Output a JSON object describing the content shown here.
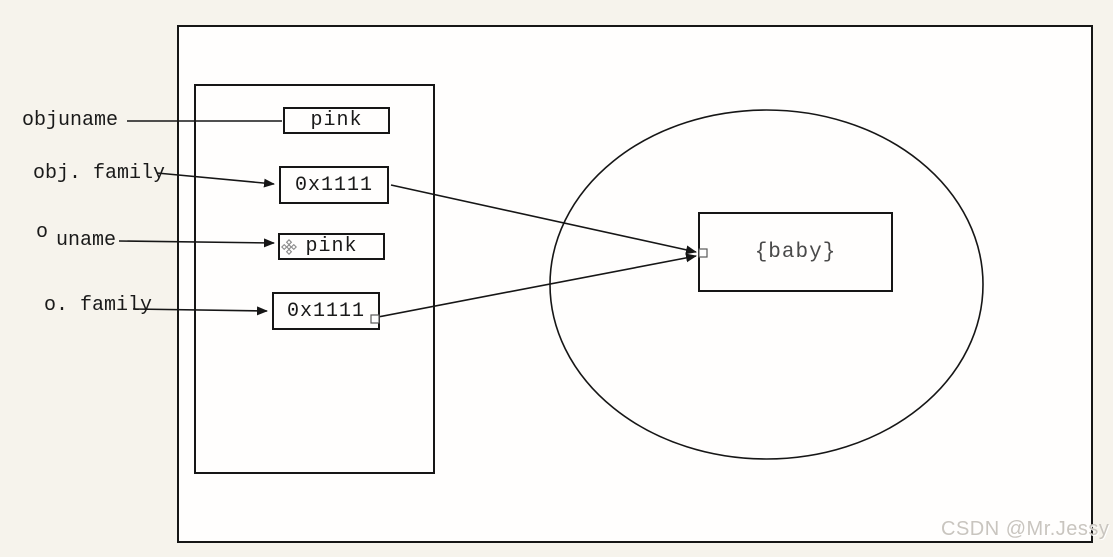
{
  "diagram": {
    "labels": {
      "obj_uname": "objuname",
      "obj_family": "obj. family",
      "o_prefix": "o",
      "o_uname": "uname",
      "o_family": "o. family"
    },
    "stack_boxes": [
      {
        "value": "pink"
      },
      {
        "value": "0x1111"
      },
      {
        "value": "pink",
        "icon": "move-cursor-icon"
      },
      {
        "value": "0x1111"
      }
    ],
    "heap_object": {
      "value": "{baby}"
    }
  },
  "watermark": {
    "text": "CSDN @Mr.Jessy"
  },
  "colors": {
    "page_background": "#f6f3ec",
    "panel_background": "#fffefd",
    "ink": "#161616",
    "heap_text": "#4a4a4a",
    "watermark_text": "#c9c5bf",
    "move_icon": "#8a8a8a"
  }
}
